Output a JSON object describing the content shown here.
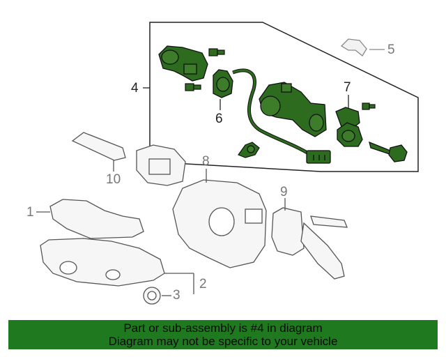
{
  "diagram": {
    "callouts": {
      "c1": "1",
      "c2": "2",
      "c3": "3",
      "c4": "4",
      "c5": "5",
      "c6": "6",
      "c7": "7",
      "c8": "8",
      "c9": "9",
      "c10": "10"
    },
    "highlight_color": "#1f5c1a",
    "outline_color": "#3a3a3a"
  },
  "banner": {
    "line1": "Part or sub-assembly is #4 in diagram",
    "line2": "Diagram may not be specific to your vehicle",
    "background": "#1f7a1f"
  }
}
